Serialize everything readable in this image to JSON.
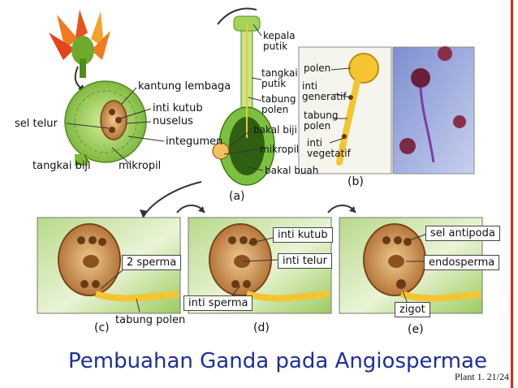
{
  "labels": {
    "kantung_lembaga": "kantung lembaga",
    "inti_kutub_top": "inti kutub",
    "nuselus": "nuselus",
    "sel_telur": "sel telur",
    "integumen": "integumen",
    "tangkai_biji": "tangkai biji",
    "mikropil_left": "mikropil",
    "kepala_putik": "kepala\nputik",
    "tangkai_putik": "tangkai\nputik",
    "tabung_polen_a": "tabung\npolen",
    "bakal_biji": "bakal biji",
    "mikropil_a": "mikropil",
    "bakal_buah": "bakal buah",
    "polen": "polen",
    "inti_generatif": "inti\ngeneratif",
    "tabung_polen_b": "tabung\npolen",
    "inti_vegetatif": "inti\nvegetatif",
    "sperma_2": "2 sperma",
    "tabung_polen_c": "tabung polen",
    "inti_kutub_d": "inti kutub",
    "inti_telur": "inti telur",
    "inti_sperma": "inti sperma",
    "sel_antipoda": "sel antipoda",
    "endosperma": "endosperma",
    "zigot": "zigot"
  },
  "panels": {
    "a": "(a)",
    "b": "(b)",
    "c": "(c)",
    "d": "(d)",
    "e": "(e)"
  },
  "title": "Pembuahan Ganda pada Angiospermae",
  "page_number": "Plant 1. 21/24",
  "colors": {
    "title": "#1d2f9a",
    "accent_red": "#e2241b",
    "tissue_green": "#8cc63f",
    "ovule_brown": "#b8733a",
    "pollen_yellow": "#f4c531",
    "micrograph_blue": "#9aa8d8"
  }
}
